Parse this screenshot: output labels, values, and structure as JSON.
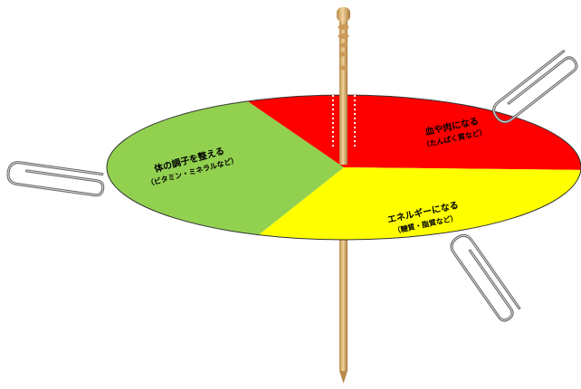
{
  "segments": [
    {
      "key": "green",
      "line1": "体の調子を整える",
      "line2": "（ビタミン・ミネラルなど）",
      "color": "#92d050"
    },
    {
      "key": "red",
      "line1": "血や肉になる",
      "line2": "（たんぱく質など）",
      "color": "#ff0000"
    },
    {
      "key": "yellow",
      "line1": "エネルギーになる",
      "line2": "（糖質・脂質など）",
      "color": "#ffff00"
    }
  ],
  "colors": {
    "outline": "#222222",
    "toothpick_light": "#e8c48a",
    "toothpick_dark": "#b98a4a",
    "clip": "#555555"
  },
  "icons": [
    "toothpick-icon",
    "paper-clip-icon"
  ]
}
